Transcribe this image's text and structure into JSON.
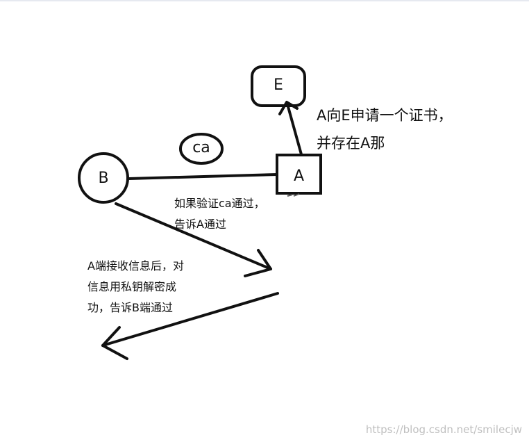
{
  "nodes": {
    "e": "E",
    "a": "A",
    "b": "B",
    "ca": "ca"
  },
  "notes": {
    "a_request": [
      "A向E申请一个证书，",
      "并存在A那"
    ],
    "verify_ca": [
      "如果验证ca通过，",
      "告诉A通过"
    ],
    "a_receive": [
      "A端接收信息后，对",
      "信息用私钥解密成",
      "功，告诉B端通过"
    ]
  },
  "watermark": "https://blog.csdn.net/smilecjw",
  "colors": {
    "ink": "#111111",
    "background": "#ffffff",
    "watermark": "#bfbfbf"
  }
}
